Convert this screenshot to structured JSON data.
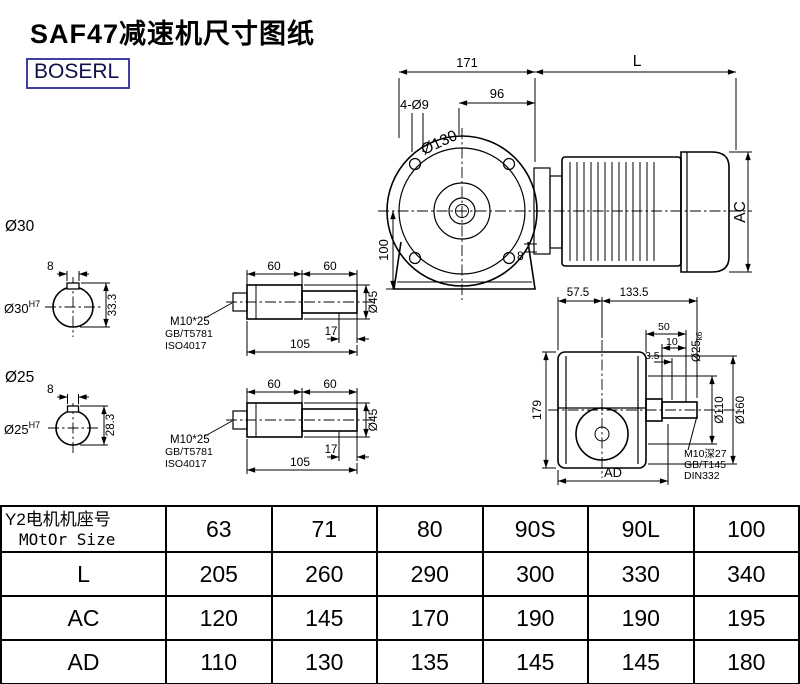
{
  "meta": {
    "title": "SAF47减速机尺寸图纸",
    "brand": "BOSERL",
    "brand_border_color": "#4040a0",
    "brand_text_color": "#10104a",
    "line_color": "#000000",
    "background_color": "#ffffff"
  },
  "front_view": {
    "dim_width_gear": "171",
    "dim_width_motor": "L",
    "dim_96": "96",
    "holes_label": "4-Ø9",
    "flange_label": "Ø130",
    "dim_height_100": "100",
    "dim_ac": "AC",
    "dim_8": "8"
  },
  "bore_sections": {
    "top_title": "Ø30",
    "top_key_width": "8",
    "top_key_height": "33.3",
    "top_bore": "Ø30",
    "top_bore_tol": "H7",
    "bottom_title": "Ø25",
    "bottom_key_width": "8",
    "bottom_key_height": "28.3",
    "bottom_bore": "Ø25",
    "bottom_bore_tol": "H7"
  },
  "shaft_detail_top": {
    "dim_60_left": "60",
    "dim_60_right": "60",
    "dim_17": "17",
    "dim_105": "105",
    "dim_d45": "Ø45",
    "bolt_label": "M10*25",
    "std_gb": "GB/T5781",
    "std_iso": "ISO4017"
  },
  "shaft_detail_bottom": {
    "dim_60_left": "60",
    "dim_60_right": "60",
    "dim_17": "17",
    "dim_105": "105",
    "dim_d45": "Ø45",
    "bolt_label": "M10*25",
    "std_gb": "GB/T5781",
    "std_iso": "ISO4017"
  },
  "side_view": {
    "dim_57_5": "57.5",
    "dim_133_5": "133.5",
    "dim_50": "50",
    "dim_10": "10",
    "dim_3_5": "3.5",
    "dim_shaft": "Ø25",
    "dim_shaft_tol": "k6",
    "dim_d110": "Ø110",
    "dim_d160": "Ø160",
    "dim_179": "179",
    "dim_ad": "AD",
    "tap_label": "M10深27",
    "tap_std_gb": "GB/T145",
    "tap_std_din": "DIN332"
  },
  "table": {
    "header": {
      "line1": "Y2电机机座号",
      "line2": "MOtOr Size"
    },
    "sizes": [
      "63",
      "71",
      "80",
      "90S",
      "90L",
      "100"
    ],
    "rows": [
      {
        "label": "L",
        "values": [
          "205",
          "260",
          "290",
          "300",
          "330",
          "340"
        ]
      },
      {
        "label": "AC",
        "values": [
          "120",
          "145",
          "170",
          "190",
          "190",
          "195"
        ]
      },
      {
        "label": "AD",
        "values": [
          "110",
          "130",
          "135",
          "145",
          "145",
          "180"
        ]
      }
    ]
  }
}
